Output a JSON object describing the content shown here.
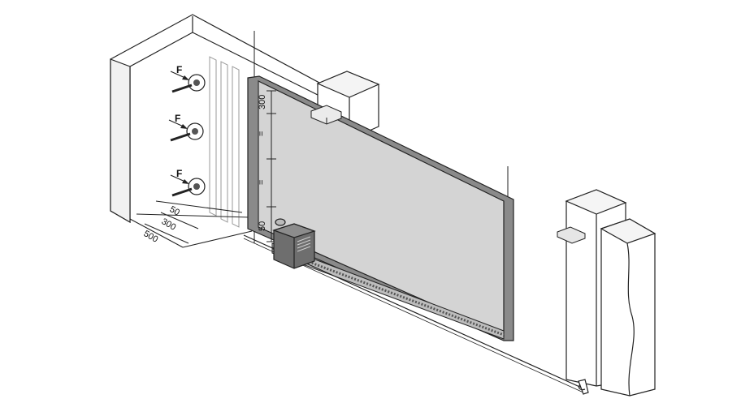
{
  "labels": {
    "force": "F",
    "dim_300_vertical": "300",
    "dim_50_vertical": "50",
    "dim_50_ground": "50",
    "dim_300_ground": "300",
    "dim_500_ground": "500",
    "equal_mark": "="
  },
  "colors": {
    "line": "#222222",
    "gate_fill": "#d4d4d4",
    "gate_frame": "#8a8a8a",
    "motor_fill": "#6e6e6e",
    "wall_fill": "#ffffff",
    "photocell_fill": "#e6e6e6"
  }
}
